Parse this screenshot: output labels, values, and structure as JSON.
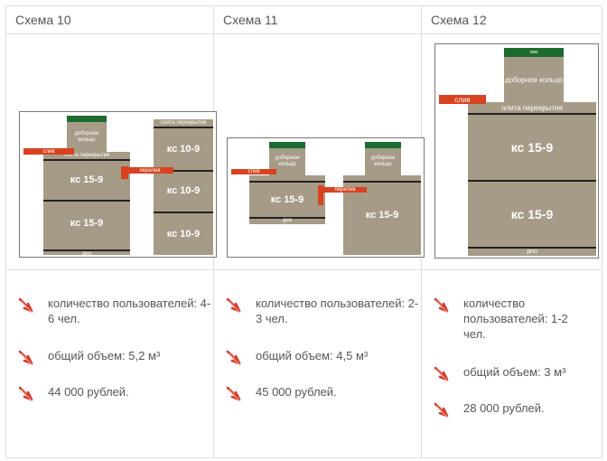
{
  "columns": [
    {
      "header": "Схема 10",
      "diagram": {
        "left_tank": {
          "cap": "",
          "extra_ring": "доборное кольцо",
          "slab": "плита перекрытия",
          "rings": [
            "кс 15-9",
            "кс 15-9"
          ],
          "bottom": "дно"
        },
        "right_tank": {
          "slab": "плита перекрытия",
          "rings": [
            "кс 10-9",
            "кс 10-9",
            "кс 10-9"
          ]
        },
        "inlet": "слив",
        "overflow": "перелив"
      },
      "items": [
        {
          "text": "количество пользователей: 4-6 чел."
        },
        {
          "text": "общий объем: 5,2 м³"
        },
        {
          "text": "44 000 рублей."
        }
      ]
    },
    {
      "header": "Схема 11",
      "diagram": {
        "left_tank": {
          "extra_ring": "доборное кольцо",
          "rings": [
            "кс 15-9"
          ],
          "bottom": "дно"
        },
        "right_tank": {
          "extra_ring": "доборное кольцо",
          "rings": [
            "кс 15-9"
          ]
        },
        "inlet": "слив",
        "overflow": "перелив"
      },
      "items": [
        {
          "text": "количество пользователей: 2-3 чел."
        },
        {
          "text": "общий объем: 4,5 м³"
        },
        {
          "text": "45 000 рублей."
        }
      ]
    },
    {
      "header": "Схема 12",
      "diagram": {
        "tank": {
          "cap": "люк",
          "extra_ring": "доборное кольцо",
          "slab": "плита перекрытия",
          "rings": [
            "кс 15-9",
            "кс 15-9"
          ],
          "bottom": "дно"
        },
        "inlet": "слив"
      },
      "items": [
        {
          "text": "количество пользователей: 1-2 чел."
        },
        {
          "text": "общий объем: 3 м³"
        },
        {
          "text": "28 000 рублей."
        }
      ]
    }
  ],
  "colors": {
    "ring": "#a69b86",
    "cap": "#1d6b2e",
    "pipe": "#d9421f",
    "arrow": "#d83a2a",
    "border": "#dddddd"
  },
  "icons": {
    "bullet": "red-arrow-down-right-icon"
  }
}
